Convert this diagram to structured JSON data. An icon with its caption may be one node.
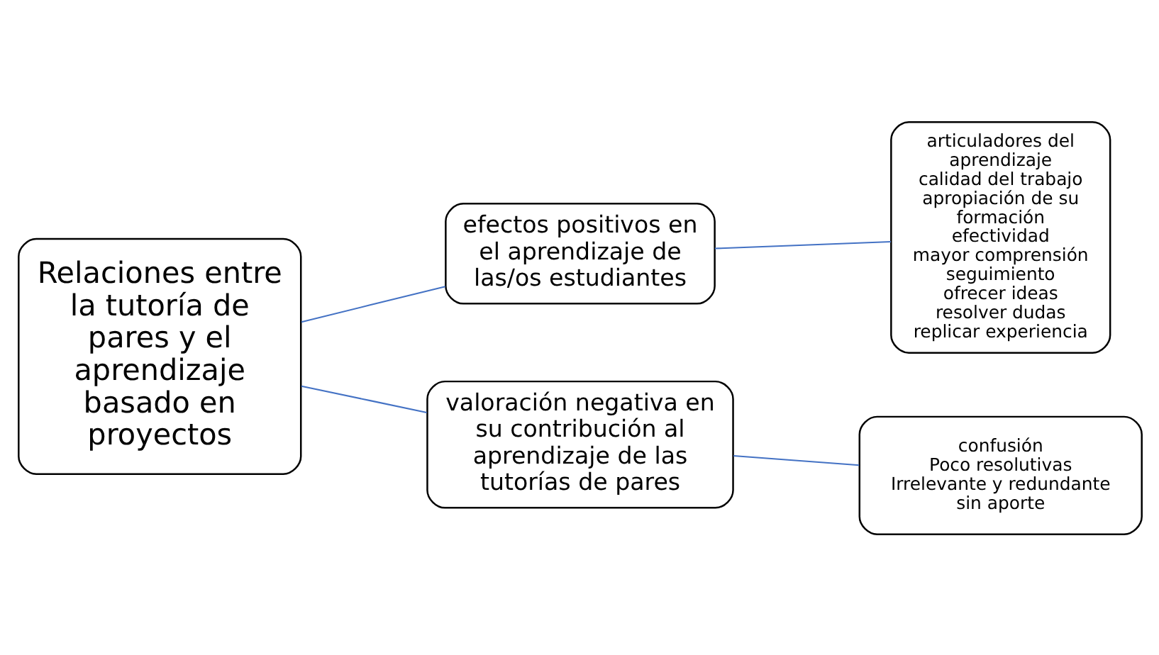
{
  "diagram": {
    "nodes": [
      {
        "text": [
          "Relaciones entre la tutoría de pares y el aprendizaje basado en proyectos"
        ]
      },
      {
        "text": [
          "efectos positivos en el aprendizaje de las/os estudiantes"
        ]
      },
      {
        "text": [
          "articuladores del aprendizaje",
          "calidad del trabajo",
          "apropiación de su formación",
          "efectividad",
          "mayor comprensión",
          "seguimiento",
          "ofrecer ideas",
          "resolver dudas",
          "replicar experiencia"
        ]
      },
      {
        "text": [
          "valoración negativa en su contribución al aprendizaje de las tutorías de pares"
        ]
      },
      {
        "text": [
          "confusión",
          "Poco resolutivas",
          "Irrelevante y redundante",
          "sin aporte"
        ]
      }
    ],
    "edges": [
      {
        "from": 0,
        "to": 1,
        "arrow": "none"
      },
      {
        "from": 0,
        "to": 3,
        "arrow": "none"
      },
      {
        "from": 1,
        "to": 2,
        "arrow": "none"
      },
      {
        "from": 3,
        "to": 4,
        "arrow": "none"
      }
    ]
  }
}
